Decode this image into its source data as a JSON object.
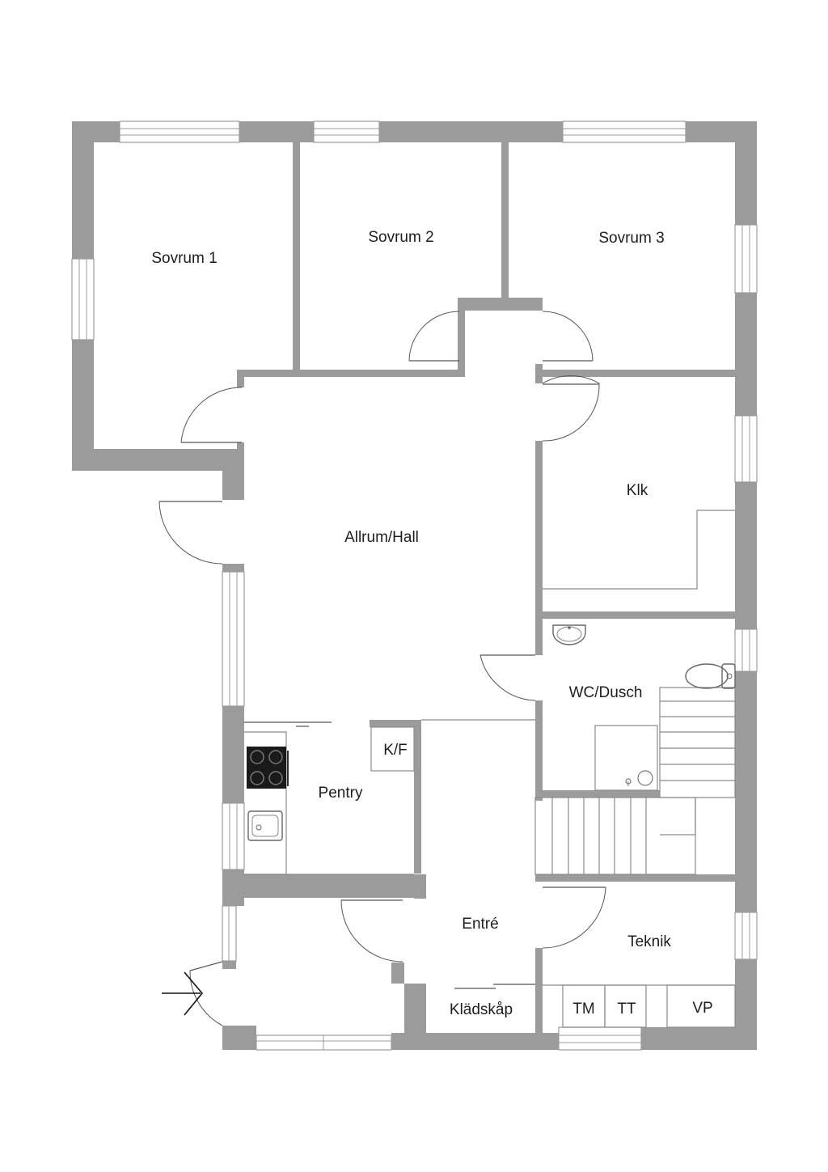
{
  "rooms": {
    "sovrum1": "Sovrum 1",
    "sovrum2": "Sovrum 2",
    "sovrum3": "Sovrum 3",
    "allrum": "Allrum/Hall",
    "klk": "Klk",
    "wc": "WC/Dusch",
    "kf": "K/F",
    "pentry": "Pentry",
    "entre": "Entré",
    "teknik": "Teknik",
    "kladskap": "Klädskåp",
    "tm": "TM",
    "tt": "TT",
    "vp": "VP"
  },
  "icons": {
    "entrance": "entrance-arrow-icon",
    "stove": "stove-icon",
    "sink": "sink-icon",
    "basin": "washbasin-icon",
    "toilet": "toilet-icon",
    "shower": "shower-icon"
  },
  "colors": {
    "wall": "#9b9b9b",
    "text": "#1e1e1e",
    "stove": "#1a1a1a"
  }
}
